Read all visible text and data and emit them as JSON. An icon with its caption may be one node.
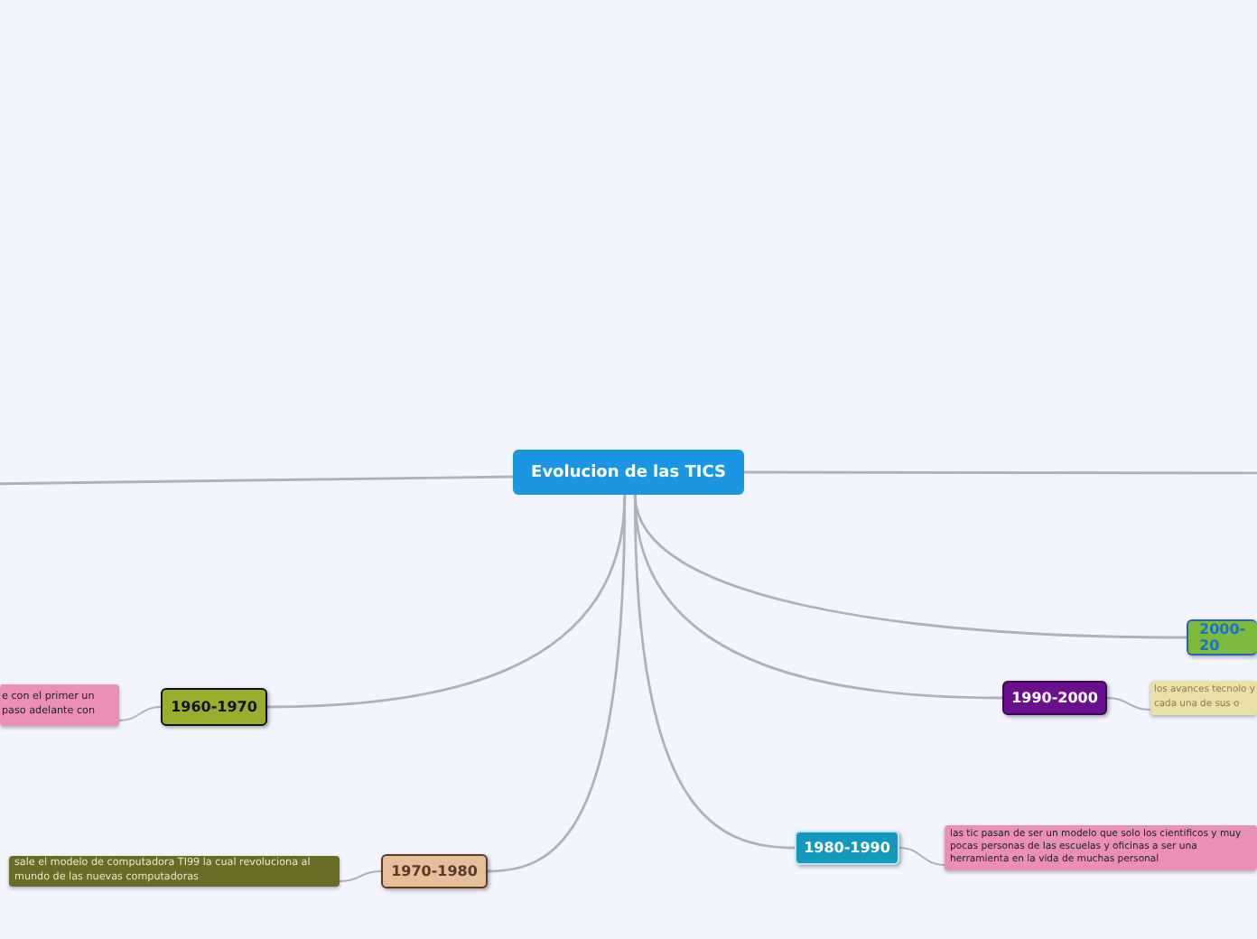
{
  "diagram": {
    "nodes": [
      {
        "text": [
          "Evolucion de las TICS"
        ]
      },
      {
        "text": [
          "2000-20"
        ]
      },
      {
        "text": [
          "1990-2000"
        ]
      },
      {
        "text": [
          "los avances tecnolo y cada una de sus o"
        ]
      },
      {
        "text": [
          "1980-1990"
        ]
      },
      {
        "text": [
          "las tic pasan de ser un modelo que solo los cientificos y  muy pocas personas de las escuelas y oficinas  a ser una herramienta en la vida de muchas personal"
        ]
      },
      {
        "text": [
          "1970-1980"
        ]
      },
      {
        "text": [
          "sale el modelo de  computadora TI99 la cual revoluciona al mundo de las nuevas computadoras"
        ]
      },
      {
        "text": [
          "1960-1970"
        ]
      },
      {
        "text": [
          "e  con el primer un paso adelante con"
        ]
      }
    ],
    "edges": [
      {
        "from": 0,
        "to": null,
        "arrow": "none"
      },
      {
        "from": 0,
        "to": null,
        "arrow": "none"
      },
      {
        "from": 0,
        "to": 1,
        "arrow": "none"
      },
      {
        "from": 0,
        "to": 2,
        "arrow": "none"
      },
      {
        "from": 2,
        "to": 3,
        "arrow": "none"
      },
      {
        "from": 0,
        "to": 4,
        "arrow": "none"
      },
      {
        "from": 4,
        "to": 5,
        "arrow": "none"
      },
      {
        "from": 0,
        "to": 6,
        "arrow": "none"
      },
      {
        "from": 6,
        "to": 7,
        "arrow": "none"
      },
      {
        "from": 0,
        "to": 8,
        "arrow": "none"
      },
      {
        "from": 8,
        "to": 9,
        "arrow": "none"
      }
    ]
  }
}
